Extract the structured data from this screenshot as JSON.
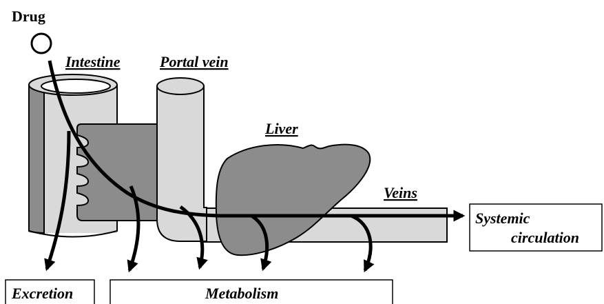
{
  "labels": {
    "drug": "Drug",
    "intestine": "Intestine",
    "portal_vein": "Portal vein",
    "liver": "Liver",
    "veins": "Veins",
    "systemic_line1": "Systemic",
    "systemic_line2": "circulation",
    "excretion": "Excretion",
    "metabolism": "Metabolism"
  },
  "colors": {
    "intestine_light": "#d9d9d9",
    "intestine_dark": "#8c8c8c",
    "villi": "#8c8c8c",
    "liver": "#8c8c8c",
    "vein": "#d9d9d9",
    "arrow": "#000000"
  }
}
